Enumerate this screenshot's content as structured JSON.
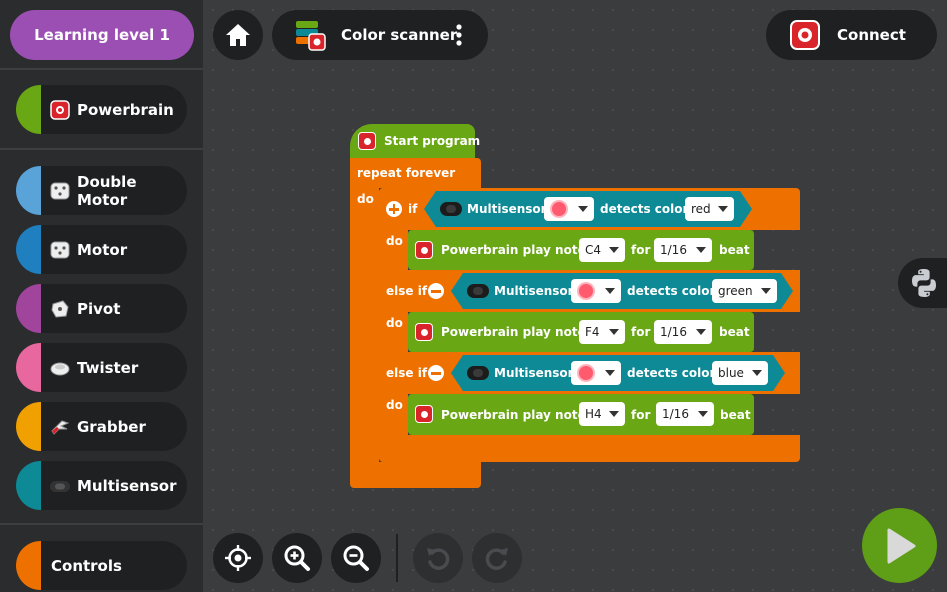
{
  "sidebar": {
    "level_label": "Learning level 1",
    "categories": [
      {
        "label": "Powerbrain",
        "color": "#6aa715"
      },
      {
        "label": "Double Motor",
        "color": "#5aa3d9"
      },
      {
        "label": "Motor",
        "color": "#1f7fbf"
      },
      {
        "label": "Pivot",
        "color": "#a0459b"
      },
      {
        "label": "Twister",
        "color": "#e8679e"
      },
      {
        "label": "Grabber",
        "color": "#f0a000"
      },
      {
        "label": "Multisensor",
        "color": "#0e8a96"
      },
      {
        "label": "Controls",
        "color": "#ee7100"
      }
    ]
  },
  "header": {
    "project_title": "Color scanner",
    "connect_label": "Connect"
  },
  "program": {
    "start_label": "Start program",
    "repeat_label": "repeat forever",
    "do_label": "do",
    "if_label": "if",
    "else_if_label": "else if",
    "sensor_label": "Multisensor",
    "detects_label": "detects color",
    "play_label": "Powerbrain  play note",
    "for_label": "for",
    "beat_label": "beat",
    "branches": [
      {
        "color": "red",
        "note": "C4",
        "duration": "1/16"
      },
      {
        "color": "green",
        "note": "F4",
        "duration": "1/16"
      },
      {
        "color": "blue",
        "note": "H4",
        "duration": "1/16"
      }
    ]
  },
  "colors": {
    "accent_purple": "#9b4fb3",
    "block_orange": "#ee7100",
    "block_green": "#6aa715",
    "block_teal": "#0e8a96",
    "play_green": "#5f9e17"
  },
  "icons": [
    "home-icon",
    "menu-dots-icon",
    "target-icon",
    "zoom-in-icon",
    "zoom-out-icon",
    "undo-icon",
    "redo-icon",
    "python-icon",
    "play-icon"
  ]
}
